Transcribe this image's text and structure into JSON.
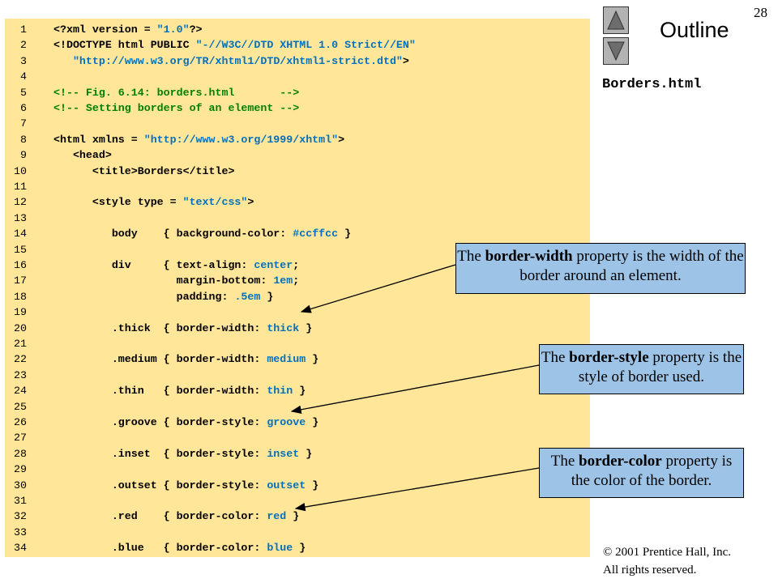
{
  "slide_number": "28",
  "nav": {
    "up_label": "▲",
    "down_label": "▼"
  },
  "outline": {
    "title": "Outline",
    "file_name": "Borders.html"
  },
  "code_lines": [
    [
      {
        "t": "1",
        "k": "ln"
      },
      {
        "t": "<?xml version = "
      },
      {
        "t": "\"1.0\"",
        "k": "v"
      },
      {
        "t": "?>"
      }
    ],
    [
      {
        "t": "2",
        "k": "ln"
      },
      {
        "t": "<!DOCTYPE html PUBLIC "
      },
      {
        "t": "\"-//W3C//DTD XHTML 1.0 Strict//EN\"",
        "k": "v"
      }
    ],
    [
      {
        "t": "3",
        "k": "ln"
      },
      {
        "t": "   "
      },
      {
        "t": "\"http://www.w3.org/TR/xhtml1/DTD/xhtml1-strict.dtd\"",
        "k": "v"
      },
      {
        "t": ">"
      }
    ],
    [
      {
        "t": "4",
        "k": "ln"
      }
    ],
    [
      {
        "t": "5",
        "k": "ln"
      },
      {
        "t": "<!-- Fig. 6.14: borders.html       -->",
        "k": "c"
      }
    ],
    [
      {
        "t": "6",
        "k": "ln"
      },
      {
        "t": "<!-- Setting borders of an element -->",
        "k": "c"
      }
    ],
    [
      {
        "t": "7",
        "k": "ln"
      }
    ],
    [
      {
        "t": "8",
        "k": "ln"
      },
      {
        "t": "<html xmlns = "
      },
      {
        "t": "\"http://www.w3.org/1999/xhtml\"",
        "k": "v"
      },
      {
        "t": ">"
      }
    ],
    [
      {
        "t": "9",
        "k": "ln"
      },
      {
        "t": "   <head>"
      }
    ],
    [
      {
        "t": "10",
        "k": "ln"
      },
      {
        "t": "      <title>"
      },
      {
        "t": "Borders",
        "k": "n"
      },
      {
        "t": "</title>"
      }
    ],
    [
      {
        "t": "11",
        "k": "ln"
      }
    ],
    [
      {
        "t": "12",
        "k": "ln"
      },
      {
        "t": "      <style type = "
      },
      {
        "t": "\"text/css\"",
        "k": "v"
      },
      {
        "t": ">"
      }
    ],
    [
      {
        "t": "13",
        "k": "ln"
      }
    ],
    [
      {
        "t": "14",
        "k": "ln"
      },
      {
        "t": "         body    { background-color: "
      },
      {
        "t": "#ccffcc",
        "k": "v"
      },
      {
        "t": " }"
      }
    ],
    [
      {
        "t": "15",
        "k": "ln"
      }
    ],
    [
      {
        "t": "16",
        "k": "ln"
      },
      {
        "t": "         div     { text-align: "
      },
      {
        "t": "center",
        "k": "v"
      },
      {
        "t": ";"
      }
    ],
    [
      {
        "t": "17",
        "k": "ln"
      },
      {
        "t": "                   margin-bottom: "
      },
      {
        "t": "1em",
        "k": "v"
      },
      {
        "t": ";"
      }
    ],
    [
      {
        "t": "18",
        "k": "ln"
      },
      {
        "t": "                   padding: "
      },
      {
        "t": ".5em",
        "k": "v"
      },
      {
        "t": " }"
      }
    ],
    [
      {
        "t": "19",
        "k": "ln"
      }
    ],
    [
      {
        "t": "20",
        "k": "ln"
      },
      {
        "t": "         .thick  { border-width: "
      },
      {
        "t": "thick",
        "k": "v"
      },
      {
        "t": " }"
      }
    ],
    [
      {
        "t": "21",
        "k": "ln"
      }
    ],
    [
      {
        "t": "22",
        "k": "ln"
      },
      {
        "t": "         .medium { border-width: "
      },
      {
        "t": "medium",
        "k": "v"
      },
      {
        "t": " }"
      }
    ],
    [
      {
        "t": "23",
        "k": "ln"
      }
    ],
    [
      {
        "t": "24",
        "k": "ln"
      },
      {
        "t": "         .thin   { border-width: "
      },
      {
        "t": "thin",
        "k": "v"
      },
      {
        "t": " }"
      }
    ],
    [
      {
        "t": "25",
        "k": "ln"
      }
    ],
    [
      {
        "t": "26",
        "k": "ln"
      },
      {
        "t": "         .groove { border-style: "
      },
      {
        "t": "groove",
        "k": "v"
      },
      {
        "t": " }"
      }
    ],
    [
      {
        "t": "27",
        "k": "ln"
      }
    ],
    [
      {
        "t": "28",
        "k": "ln"
      },
      {
        "t": "         .inset  { border-style: "
      },
      {
        "t": "inset",
        "k": "v"
      },
      {
        "t": " }"
      }
    ],
    [
      {
        "t": "29",
        "k": "ln"
      }
    ],
    [
      {
        "t": "30",
        "k": "ln"
      },
      {
        "t": "         .outset { border-style: "
      },
      {
        "t": "outset",
        "k": "v"
      },
      {
        "t": " }"
      }
    ],
    [
      {
        "t": "31",
        "k": "ln"
      }
    ],
    [
      {
        "t": "32",
        "k": "ln"
      },
      {
        "t": "         .red    { border-color: "
      },
      {
        "t": "red",
        "k": "v"
      },
      {
        "t": " }"
      }
    ],
    [
      {
        "t": "33",
        "k": "ln"
      }
    ],
    [
      {
        "t": "34",
        "k": "ln"
      },
      {
        "t": "         .blue   { border-color: "
      },
      {
        "t": "blue",
        "k": "v"
      },
      {
        "t": " }"
      }
    ]
  ],
  "callouts": {
    "width": {
      "pre": "The ",
      "bold": "border-width",
      "post": " property is the width of the border around an element."
    },
    "style": {
      "pre": "The ",
      "bold": "border-style",
      "post": " property is the style of border used."
    },
    "color": {
      "pre": "The ",
      "bold": "border-color",
      "post": " property is the color of the border."
    }
  },
  "copyright": {
    "line1": "© 2001 Prentice Hall, Inc.",
    "line2": "All rights reserved."
  },
  "colors": {
    "code_bg": "#ffe699",
    "value": "#0070c0",
    "comment": "#008000",
    "callout_bg": "#9dc3e6",
    "nav_button": "#b3b3b3"
  }
}
